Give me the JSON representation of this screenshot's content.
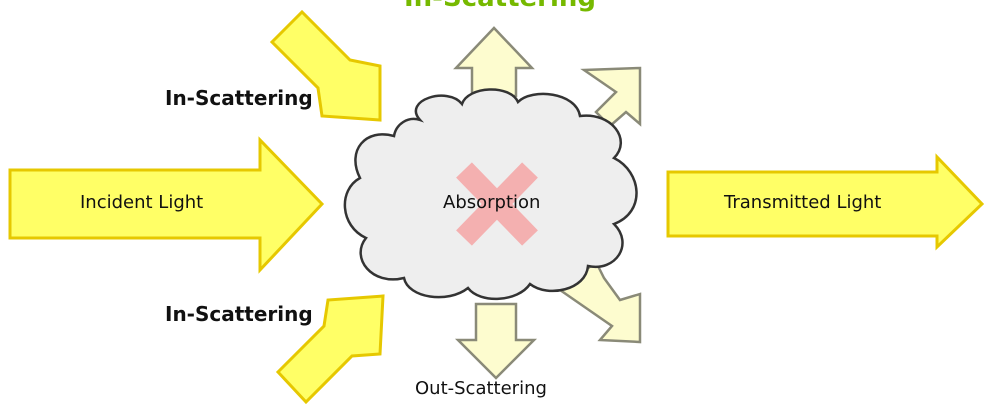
{
  "title": "In-Scattering",
  "labels": {
    "incident": "Incident Light",
    "transmitted": "Transmitted Light",
    "absorption": "Absorption",
    "in_scatter_top": "In-Scattering",
    "in_scatter_bottom": "In-Scattering",
    "out_scatter": "Out-Scattering"
  },
  "colors": {
    "title": "#76b900",
    "incoming_arrow_fill": "#ffff66",
    "incoming_arrow_stroke": "#e6c800",
    "scatter_arrow_fill": "#fdfccf",
    "scatter_arrow_stroke": "#8a8a78",
    "cloud_fill": "#eeeeee",
    "cloud_stroke": "#333333",
    "absorption_mark": "#f4b0b0"
  }
}
